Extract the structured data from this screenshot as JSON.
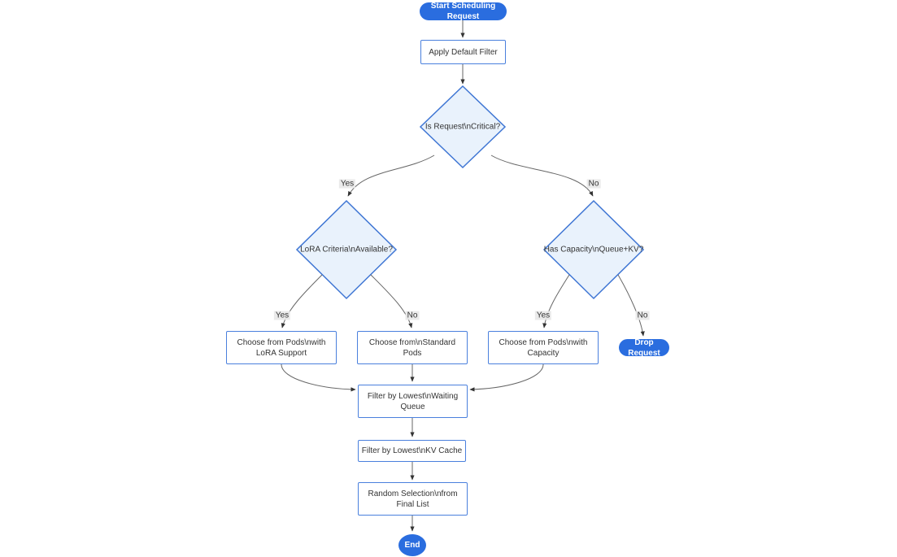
{
  "diagram": {
    "type": "flowchart",
    "direction": "top-down",
    "colors": {
      "pill_fill": "#2a6ddf",
      "pill_text": "#ffffff",
      "rect_fill": "#ffffff",
      "rect_border": "#4a80dd",
      "decision_fill": "#e9f2fc",
      "decision_border": "#3f76d4",
      "edge_line": "#666666",
      "arrowhead": "#333333",
      "text": "#333333",
      "edge_label_bg": "#e8e8e8"
    },
    "nodes": {
      "start": {
        "shape": "stadium",
        "lines": [
          "Start Scheduling Request"
        ]
      },
      "apply_filter": {
        "shape": "rect",
        "lines": [
          "Apply Default Filter"
        ]
      },
      "is_critical": {
        "shape": "diamond",
        "lines": [
          "Is Request\\nCritical?"
        ]
      },
      "lora_criteria": {
        "shape": "diamond",
        "lines": [
          "LoRA Criteria\\nAvailable?"
        ]
      },
      "has_capacity": {
        "shape": "diamond",
        "lines": [
          "Has Capacity\\nQueue+KV?"
        ]
      },
      "choose_lora": {
        "shape": "rect",
        "lines": [
          "Choose from Pods\\nwith",
          "LoRA Support"
        ]
      },
      "choose_standard": {
        "shape": "rect",
        "lines": [
          "Choose from\\nStandard",
          "Pods"
        ]
      },
      "choose_capacity": {
        "shape": "rect",
        "lines": [
          "Choose from Pods\\nwith",
          "Capacity"
        ]
      },
      "drop_request": {
        "shape": "stadium",
        "lines": [
          "Drop Request"
        ]
      },
      "filter_queue": {
        "shape": "rect",
        "lines": [
          "Filter by Lowest\\nWaiting",
          "Queue"
        ]
      },
      "filter_kv": {
        "shape": "rect",
        "lines": [
          "Filter by Lowest\\nKV Cache"
        ]
      },
      "random_selection": {
        "shape": "rect",
        "lines": [
          "Random Selection\\nfrom",
          "Final List"
        ]
      },
      "end": {
        "shape": "circle",
        "lines": [
          "End"
        ]
      }
    },
    "edges": [
      {
        "from": "start",
        "to": "apply_filter",
        "label": ""
      },
      {
        "from": "apply_filter",
        "to": "is_critical",
        "label": ""
      },
      {
        "from": "is_critical",
        "to": "lora_criteria",
        "label": "Yes"
      },
      {
        "from": "is_critical",
        "to": "has_capacity",
        "label": "No"
      },
      {
        "from": "lora_criteria",
        "to": "choose_lora",
        "label": "Yes"
      },
      {
        "from": "lora_criteria",
        "to": "choose_standard",
        "label": "No"
      },
      {
        "from": "has_capacity",
        "to": "choose_capacity",
        "label": "Yes"
      },
      {
        "from": "has_capacity",
        "to": "drop_request",
        "label": "No"
      },
      {
        "from": "choose_lora",
        "to": "filter_queue",
        "label": ""
      },
      {
        "from": "choose_standard",
        "to": "filter_queue",
        "label": ""
      },
      {
        "from": "choose_capacity",
        "to": "filter_queue",
        "label": ""
      },
      {
        "from": "filter_queue",
        "to": "filter_kv",
        "label": ""
      },
      {
        "from": "filter_kv",
        "to": "random_selection",
        "label": ""
      },
      {
        "from": "random_selection",
        "to": "end",
        "label": ""
      }
    ]
  }
}
